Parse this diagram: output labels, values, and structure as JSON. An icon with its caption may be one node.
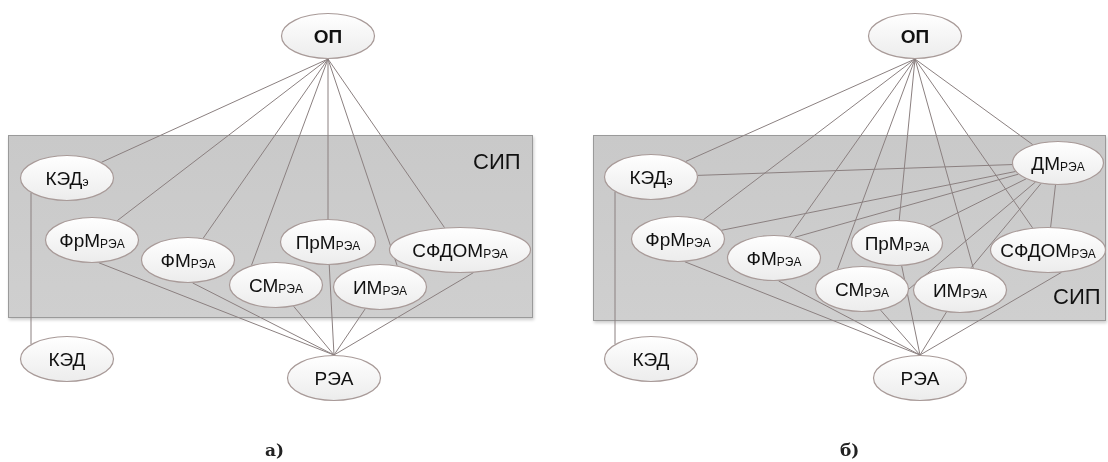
{
  "diagram": {
    "nodes": [
      {
        "text": [
          "ОП"
        ]
      },
      {
        "text": [
          "СИП"
        ]
      },
      {
        "text": [
          "КЭД$_{э}$"
        ],
        "in": 1
      },
      {
        "text": [
          "ФрМ$_{РЭА}$"
        ],
        "in": 1
      },
      {
        "text": [
          "ФМ$_{РЭА}$"
        ],
        "in": 1
      },
      {
        "text": [
          "ПрМ$_{РЭА}$"
        ],
        "in": 1
      },
      {
        "text": [
          "СФДОМ$_{РЭА}$"
        ],
        "in": 1
      },
      {
        "text": [
          "СМ$_{РЭА}$"
        ],
        "in": 1
      },
      {
        "text": [
          "ИМ$_{РЭА}$"
        ],
        "in": 1
      },
      {
        "text": [
          "КЭД"
        ]
      },
      {
        "text": [
          "РЭА"
        ]
      },
      {
        "text": [
          "ОП"
        ]
      },
      {
        "text": [
          "СИП"
        ]
      },
      {
        "text": [
          "КЭД$_{э}$"
        ],
        "in": 12
      },
      {
        "text": [
          "ДМ$_{РЭА}$"
        ],
        "in": 12
      },
      {
        "text": [
          "ФрМ$_{РЭА}$"
        ],
        "in": 12
      },
      {
        "text": [
          "ФМ$_{РЭА}$"
        ],
        "in": 12
      },
      {
        "text": [
          "ПрМ$_{РЭА}$"
        ],
        "in": 12
      },
      {
        "text": [
          "СФДОМ$_{РЭА}$"
        ],
        "in": 12
      },
      {
        "text": [
          "СМ$_{РЭА}$"
        ],
        "in": 12
      },
      {
        "text": [
          "ИМ$_{РЭА}$"
        ],
        "in": 12
      },
      {
        "text": [
          "КЭД"
        ]
      },
      {
        "text": [
          "РЭА"
        ]
      }
    ],
    "edges": [
      {
        "from": 0,
        "to": 2,
        "arrow": "none"
      },
      {
        "from": 0,
        "to": 3,
        "arrow": "none"
      },
      {
        "from": 0,
        "to": 4,
        "arrow": "none"
      },
      {
        "from": 0,
        "to": 7,
        "arrow": "none"
      },
      {
        "from": 0,
        "to": 5,
        "arrow": "none"
      },
      {
        "from": 0,
        "to": 8,
        "arrow": "none"
      },
      {
        "from": 0,
        "to": 6,
        "arrow": "none"
      },
      {
        "from": 2,
        "to": 9,
        "arrow": "none"
      },
      {
        "from": 3,
        "to": 10,
        "arrow": "none"
      },
      {
        "from": 4,
        "to": 10,
        "arrow": "none"
      },
      {
        "from": 7,
        "to": 10,
        "arrow": "none"
      },
      {
        "from": 5,
        "to": 10,
        "arrow": "none"
      },
      {
        "from": 8,
        "to": 10,
        "arrow": "none"
      },
      {
        "from": 6,
        "to": 10,
        "arrow": "none"
      },
      {
        "from": 11,
        "to": 13,
        "arrow": "none"
      },
      {
        "from": 11,
        "to": 15,
        "arrow": "none"
      },
      {
        "from": 11,
        "to": 16,
        "arrow": "none"
      },
      {
        "from": 11,
        "to": 19,
        "arrow": "none"
      },
      {
        "from": 11,
        "to": 17,
        "arrow": "none"
      },
      {
        "from": 11,
        "to": 20,
        "arrow": "none"
      },
      {
        "from": 11,
        "to": 18,
        "arrow": "none"
      },
      {
        "from": 11,
        "to": 14,
        "arrow": "none"
      },
      {
        "from": 14,
        "to": 13,
        "arrow": "none"
      },
      {
        "from": 14,
        "to": 15,
        "arrow": "none"
      },
      {
        "from": 14,
        "to": 16,
        "arrow": "none"
      },
      {
        "from": 14,
        "to": 19,
        "arrow": "none"
      },
      {
        "from": 14,
        "to": 17,
        "arrow": "none"
      },
      {
        "from": 14,
        "to": 20,
        "arrow": "none"
      },
      {
        "from": 14,
        "to": 18,
        "arrow": "none"
      },
      {
        "from": 13,
        "to": 21,
        "arrow": "none"
      },
      {
        "from": 15,
        "to": 22,
        "arrow": "none"
      },
      {
        "from": 16,
        "to": 22,
        "arrow": "none"
      },
      {
        "from": 19,
        "to": 22,
        "arrow": "none"
      },
      {
        "from": 17,
        "to": 22,
        "arrow": "none"
      },
      {
        "from": 20,
        "to": 22,
        "arrow": "none"
      },
      {
        "from": 18,
        "to": 22,
        "arrow": "none"
      }
    ],
    "labels": [
      "а)",
      "б)"
    ]
  }
}
